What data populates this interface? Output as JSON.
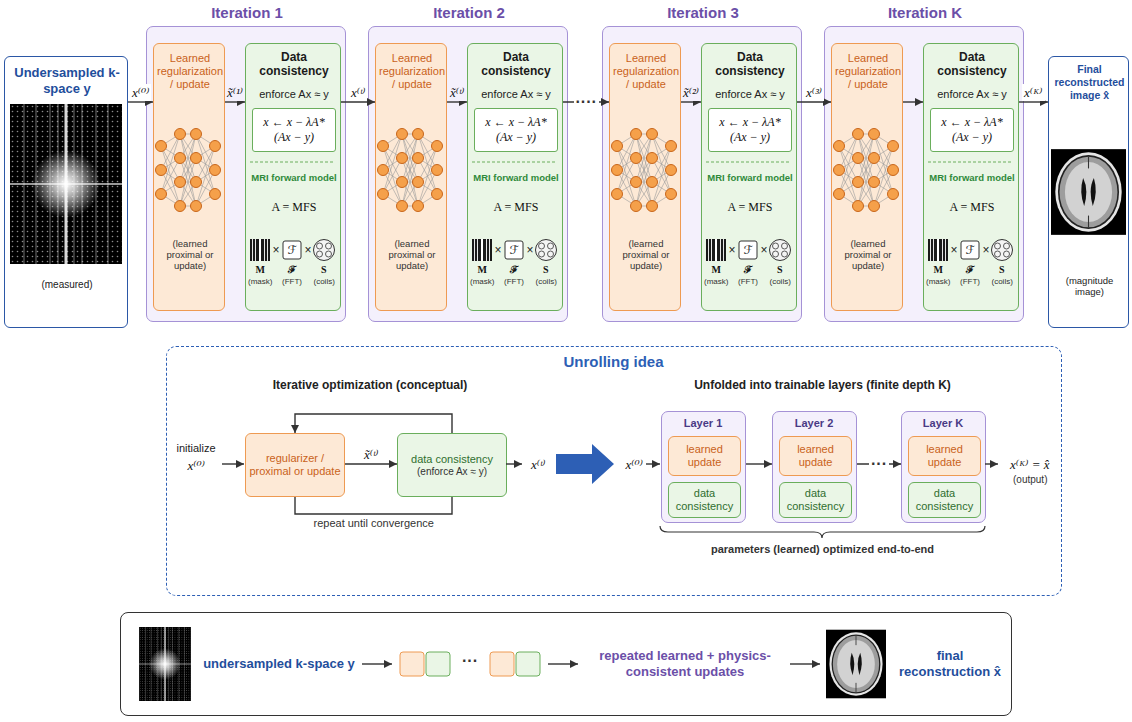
{
  "diagram": {
    "nodes": [
      {
        "text": [
          "Undersampled k-space y",
          "(measured)"
        ]
      },
      {
        "text": [
          "Iteration 1"
        ]
      },
      {
        "text": [
          "Learned regularization / update",
          "(learned proximal or update)"
        ],
        "in": 1
      },
      {
        "text": [
          "Data consistency",
          "enforce Ax ≈ y",
          "MRI forward model",
          "A = MFS"
        ],
        "in": 1
      },
      {
        "text": [
          "x ← x − λA* (Ax − y)"
        ],
        "in": 3
      },
      {
        "text": [
          "Iteration 2"
        ]
      },
      {
        "text": [
          "Learned regularization / update",
          "(learned proximal or update)"
        ],
        "in": 5
      },
      {
        "text": [
          "Data consistency",
          "enforce Ax ≈ y",
          "MRI forward model",
          "A = MFS"
        ],
        "in": 5
      },
      {
        "text": [
          "x ← x − λA* (Ax − y)"
        ],
        "in": 7
      },
      {
        "text": [
          "Iteration 3"
        ]
      },
      {
        "text": [
          "Learned regularization / update",
          "(learned proximal or update)"
        ],
        "in": 9
      },
      {
        "text": [
          "Data consistency",
          "enforce Ax ≈ y",
          "MRI forward model",
          "A = MFS"
        ],
        "in": 9
      },
      {
        "text": [
          "x ← x − λA* (Ax − y)"
        ],
        "in": 11
      },
      {
        "text": [
          "Iteration K"
        ]
      },
      {
        "text": [
          "Learned regularization / update",
          "(learned proximal or update)"
        ],
        "in": 13
      },
      {
        "text": [
          "Data consistency",
          "enforce Ax ≈ y",
          "MRI forward model",
          "A = MFS"
        ],
        "in": 13
      },
      {
        "text": [
          "x ← x − λA* (Ax − y)"
        ],
        "in": 15
      },
      {
        "text": [
          "Final reconstructed image x̂",
          "(magnitude image)"
        ]
      },
      {
        "text": [
          "Unrolling idea"
        ]
      },
      {
        "text": [
          "regularizer / proximal or update"
        ],
        "in": 18
      },
      {
        "text": [
          "data consistency",
          "(enforce Ax ≈ y)"
        ],
        "in": 18
      },
      {
        "text": [
          "Layer 1"
        ],
        "in": 18
      },
      {
        "text": [
          "learned update"
        ],
        "in": 21
      },
      {
        "text": [
          "data consistency"
        ],
        "in": 21
      },
      {
        "text": [
          "Layer 2"
        ],
        "in": 18
      },
      {
        "text": [
          "learned update"
        ],
        "in": 24
      },
      {
        "text": [
          "data consistency"
        ],
        "in": 24
      },
      {
        "text": [
          "Layer K"
        ],
        "in": 18
      },
      {
        "text": [
          "learned update"
        ],
        "in": 27
      },
      {
        "text": [
          "data consistency"
        ],
        "in": 27
      },
      {
        "text": [
          "undersampled k-space y",
          "repeated learned + physics-consistent updates",
          "final reconstruction x̂"
        ]
      }
    ],
    "edges": [
      {
        "from": 0,
        "to": 2,
        "arrow": "to",
        "label": "x⁽⁰⁾"
      },
      {
        "from": 2,
        "to": 3,
        "arrow": "to",
        "label": "x̃⁽¹⁾"
      },
      {
        "from": 3,
        "to": 6,
        "arrow": "to",
        "label": "x⁽ᵗ⁾"
      },
      {
        "from": 6,
        "to": 7,
        "arrow": "to",
        "label": "x̃⁽ᵗ⁾"
      },
      {
        "from": 7,
        "to": 10,
        "arrow": "to",
        "label": "····"
      },
      {
        "from": 10,
        "to": 11,
        "arrow": "to",
        "label": "x̃⁽²⁾"
      },
      {
        "from": 11,
        "to": 14,
        "arrow": "to",
        "label": "x⁽³⁾"
      },
      {
        "from": 14,
        "to": 15,
        "arrow": "to"
      },
      {
        "from": 15,
        "to": 17,
        "arrow": "to",
        "label": "x⁽ᴷ⁾"
      },
      {
        "from": 19,
        "to": 20,
        "arrow": "to",
        "label": "x̃⁽ᵗ⁾"
      },
      {
        "from": 20,
        "to": 19,
        "arrow": "to"
      },
      {
        "from": 20,
        "to": 19,
        "arrow": "none",
        "label": "repeat until convergence"
      },
      {
        "from": 21,
        "to": 24,
        "arrow": "to"
      },
      {
        "from": 24,
        "to": 27,
        "arrow": "to",
        "label": "···"
      }
    ],
    "labels": [
      "ℱ",
      "×",
      "×",
      "M",
      "ℱ",
      "S",
      "(mask)",
      "(FFT)",
      "(coils)",
      "ℱ",
      "×",
      "×",
      "M",
      "ℱ",
      "S",
      "(mask)",
      "(FFT)",
      "(coils)",
      "ℱ",
      "×",
      "×",
      "M",
      "ℱ",
      "S",
      "(mask)",
      "(FFT)",
      "(coils)",
      "ℱ",
      "×",
      "×",
      "M",
      "ℱ",
      "S",
      "(mask)",
      "(FFT)",
      "(coils)",
      "initialize",
      "x⁽⁰⁾",
      "x⁽ᵗ⁾",
      "Iterative optimization (conceptual)",
      "Unfolded into trainable layers (finite depth K)",
      "x⁽⁰⁾",
      "x⁽ᴷ⁾ = x̂",
      "(output)",
      "parameters (learned) optimized end-to-end",
      "···"
    ]
  }
}
